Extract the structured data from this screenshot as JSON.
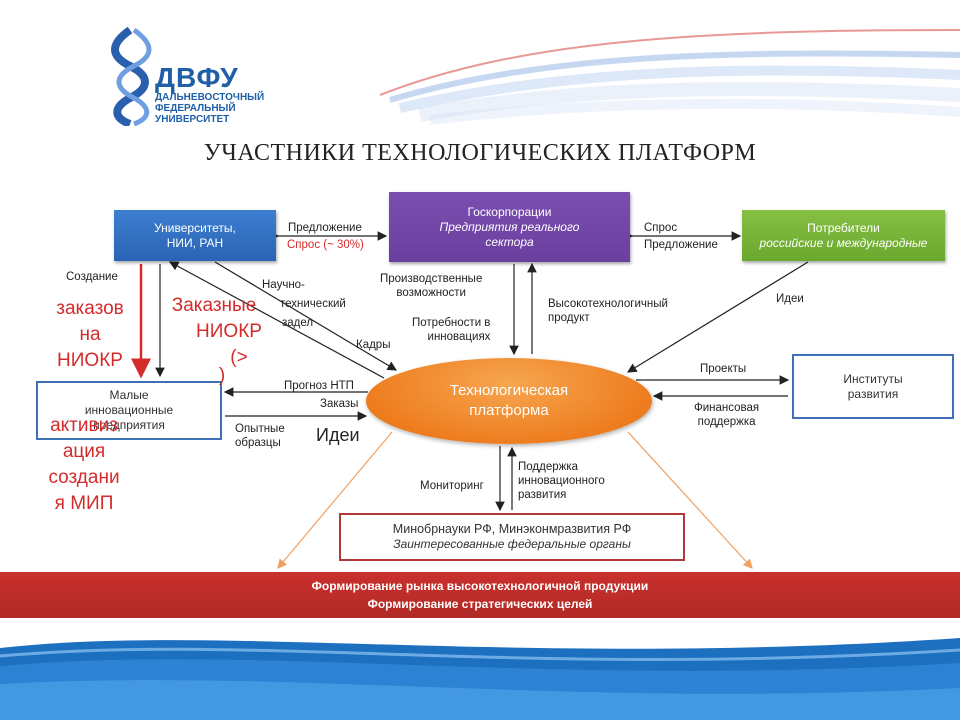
{
  "logo": {
    "abbr": "ДВФУ",
    "line1": "ДАЛЬНЕВОСТОЧНЫЙ",
    "line2": "ФЕДЕРАЛЬНЫЙ",
    "line3": "УНИВЕРСИТЕТ"
  },
  "title": "УЧАСТНИКИ ТЕХНОЛОГИЧЕСКИХ ПЛАТФОРМ",
  "boxes": {
    "universities": {
      "line1": "Университеты,",
      "line2": "НИИ, РАН"
    },
    "goscorp": {
      "line1": "Госкорпорации",
      "line2": "Предприятия реального",
      "line3": "сектора"
    },
    "consumers": {
      "line1": "Потребители",
      "line2": "российские и международные"
    },
    "small_enterprises": {
      "line1": "Малые",
      "line2": "инновационные",
      "line3": "предприятия"
    },
    "institutes": {
      "line1": "Институты",
      "line2": "развития"
    },
    "minobr": {
      "line1": "Минобрнауки РФ, Минэконмразвития РФ",
      "line2": "Заинтересованные федеральные органы"
    },
    "platform": {
      "line1": "Технологическая",
      "line2": "платформа"
    }
  },
  "labels": {
    "proposal": "Предложение",
    "demand_30": "Спрос (~ 30%)",
    "demand": "Спрос",
    "proposal2": "Предложение",
    "creation": "Создание",
    "sci_tech": [
      "Научно-",
      "технический",
      "задел"
    ],
    "cadres": "Кадры",
    "forecast": "Прогноз НТП",
    "orders": "Заказы",
    "prototypes": [
      "Опытные",
      "образцы"
    ],
    "ideas_big": "Идеи",
    "production_capabilities": [
      "Производственные",
      "возможности"
    ],
    "innovation_needs": [
      "Потребности в",
      "инновациях"
    ],
    "hightech_product": [
      "Высокотехнологичный",
      "продукт"
    ],
    "ideas": "Идеи",
    "projects": "Проекты",
    "financial_support": [
      "Финансовая",
      "поддержка"
    ],
    "monitoring": "Мониторинг",
    "innovation_support": [
      "Поддержка",
      "инновационного",
      "развития"
    ]
  },
  "red_notes": {
    "orders_niokr": [
      "заказов",
      "на",
      "НИОКР"
    ],
    "activation": [
      "активиз",
      "ация",
      "создани",
      "я МИП"
    ],
    "custom_niokr": [
      "Заказные",
      "НИОКР",
      "(>",
      ")"
    ]
  },
  "band": {
    "line1": "Формирование рынка высокотехнологичной продукции",
    "line2": "Формирование стратегических целей"
  },
  "colors": {
    "universities": "#2f6ec0",
    "goscorp": "#7047a8",
    "consumers": "#78b43a",
    "platform": "#ee7d1f",
    "band": "#c02e2a",
    "accent_blue": "#1f5fa8",
    "note_red": "#d42b2b"
  }
}
